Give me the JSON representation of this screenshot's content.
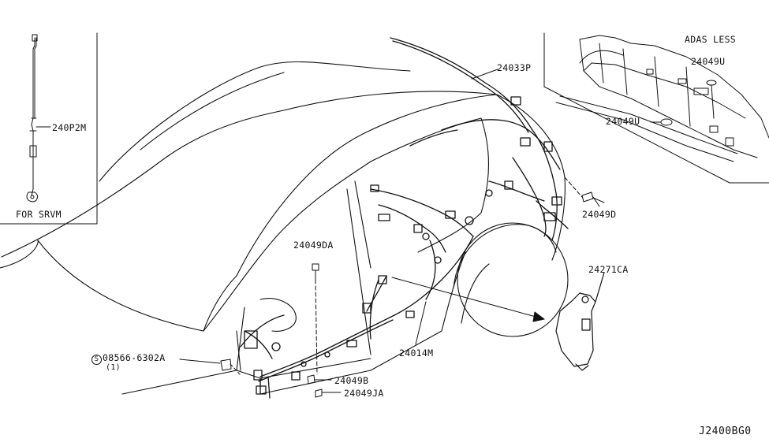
{
  "insets": {
    "srvm": {
      "caption": "FOR SRVM",
      "part": "240P2M"
    },
    "adas": {
      "caption": "ADAS LESS",
      "part_a": "24049U",
      "part_b": "24049U"
    }
  },
  "callouts": {
    "p24033P": "24033P",
    "p24049D": "24049D",
    "p24049DA": "24049DA",
    "p24271CA": "24271CA",
    "p24014M": "24014M",
    "p08566_symbol": "S",
    "p08566": "08566-6302A",
    "p08566_qty": "(1)",
    "p24049B": "24049B",
    "p24049JA": "24049JA"
  },
  "diagram_code": "J2400BG0"
}
